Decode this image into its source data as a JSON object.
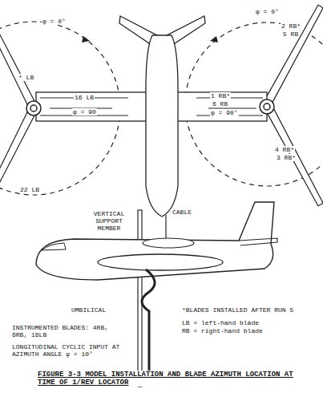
{
  "diagram": {
    "caption": "FIGURE 3-3 MODEL INSTALLATION AND BLADE AZIMUTH LOCATION AT TIME OF 1/REV LOCATOR",
    "labels": [
      "φ = 0°",
      "φ = 0°",
      "* LB",
      "16 LB",
      "φ = 90",
      "22 LB",
      "2 RB*",
      "5 RB",
      "1 RB*",
      "6 RB",
      "φ = 90°",
      "4 RB*",
      "3 RB*",
      "VERTICAL SUPPORT MEMBER",
      "CABLE",
      "UMBILICAL",
      "INSTRUMENTED BLADES: 4RB, 6RB, 16LB",
      "LONGITUDINAL CYCLIC INPUT AT AZIMUTH ANGLE φ = 10°",
      "*BLADES INSTALLED AFTER RUN 5",
      "LB = left-hand blade",
      "RB = right-hand blade"
    ]
  }
}
